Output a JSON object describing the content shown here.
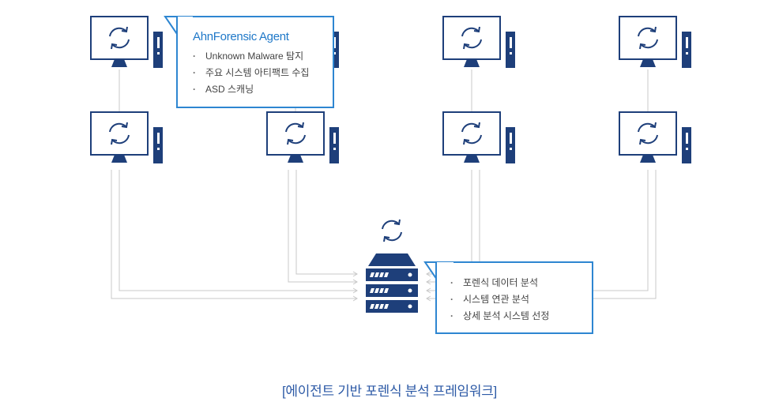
{
  "colors": {
    "navy": "#1e3f7a",
    "accent_blue": "#2e86d1",
    "connector_gray": "#c8c8c8",
    "caption_blue": "#2d5aa6"
  },
  "agent_callout": {
    "title": "AhnForensic Agent",
    "items": [
      "Unknown Malware 탐지",
      "주요 시스템 아티팩트 수집",
      "ASD 스캐닝"
    ]
  },
  "server_callout": {
    "items": [
      "포렌식 데이터 분석",
      "시스템 연관 분석",
      "상세 분석 시스템 선정"
    ]
  },
  "icons": {
    "endpoint": "desktop-computer-with-sync-icon",
    "server": "server-rack-icon",
    "sync": "sync-arrows-icon"
  },
  "caption": "[에이전트 기반 포렌식 분석 프레임워크]"
}
